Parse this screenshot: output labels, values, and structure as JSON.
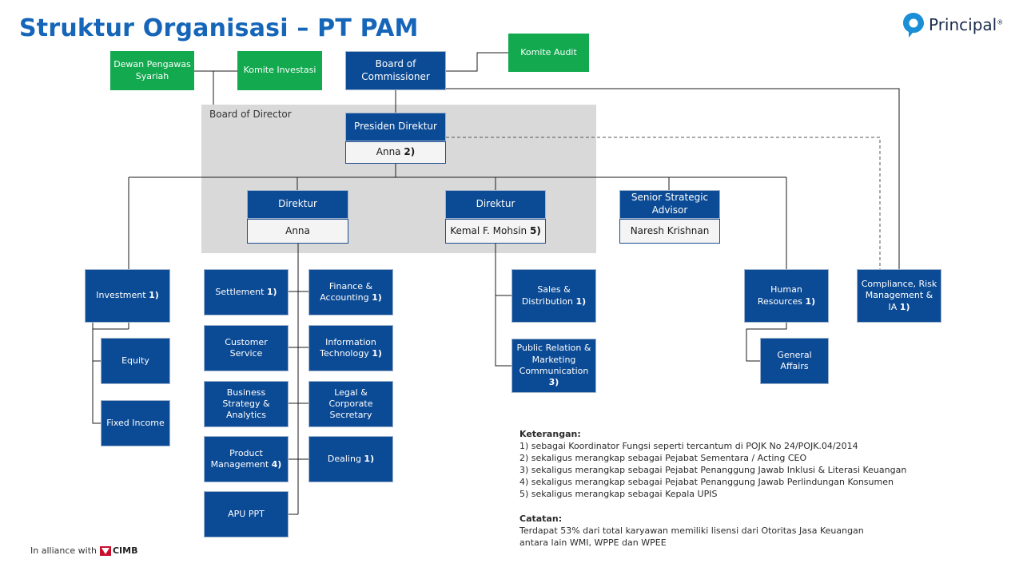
{
  "title": "Struktur Organisasi – PT PAM",
  "logo": {
    "name": "Principal",
    "mark": "®"
  },
  "board_of_director_label": "Board of Director",
  "top": {
    "dewan": "Dewan Pengawas Syariah",
    "komite_investasi": "Komite Investasi",
    "board_commissioner": "Board of Commissioner",
    "komite_audit": "Komite Audit"
  },
  "presiden": {
    "title": "Presiden Direktur",
    "name": "Anna",
    "note": "2)"
  },
  "direktur1": {
    "title": "Direktur",
    "name": "Anna"
  },
  "direktur2": {
    "title": "Direktur",
    "name": "Kemal F. Mohsin",
    "note": "5)"
  },
  "advisor": {
    "title": "Senior Strategic Advisor",
    "name": "Naresh Krishnan"
  },
  "units": {
    "investment": {
      "label": "Investment",
      "note": "1)"
    },
    "equity": {
      "label": "Equity"
    },
    "fixed_income": {
      "label": "Fixed Income"
    },
    "settlement": {
      "label": "Settlement",
      "note": "1)"
    },
    "customer_service": {
      "label": "Customer Service"
    },
    "business_strategy": {
      "label": "Business Strategy & Analytics"
    },
    "product_management": {
      "label": "Product Management",
      "note": "4)"
    },
    "apu_ppt": {
      "label": "APU PPT"
    },
    "finance": {
      "label": "Finance & Accounting",
      "note": "1)"
    },
    "it": {
      "label": "Information Technology",
      "note": "1)"
    },
    "legal": {
      "label": "Legal & Corporate Secretary"
    },
    "dealing": {
      "label": "Dealing",
      "note": "1)"
    },
    "sales": {
      "label": "Sales & Distribution",
      "note": "1)"
    },
    "pr": {
      "label": "Public Relation & Marketing Communication",
      "note": "3)"
    },
    "hr": {
      "label": "Human Resources",
      "note": "1)"
    },
    "general_affairs": {
      "label": "General Affairs"
    },
    "compliance": {
      "label": "Compliance, Risk Management & IA",
      "note": "1)"
    }
  },
  "keterangan": {
    "heading": "Keterangan:",
    "items": [
      "1)  sebagai Koordinator Fungsi seperti tercantum di POJK No 24/POJK.04/2014",
      "2)  sekaligus merangkap sebagai Pejabat Sementara / Acting CEO",
      "3)  sekaligus merangkap sebagai Pejabat Penanggung Jawab Inklusi & Literasi Keuangan",
      "4)  sekaligus merangkap sebagai Pejabat Penanggung Jawab Perlindungan Konsumen",
      "5)  sekaligus merangkap sebagai Kepala UPIS"
    ]
  },
  "catatan": {
    "heading": "Catatan:",
    "lines": [
      "Terdapat 53% dari total karyawan memiliki lisensi dari Otoritas Jasa Keuangan",
      "antara lain WMI, WPPE dan WPEE"
    ]
  },
  "footer": {
    "alliance": "In alliance with",
    "partner": "CIMB"
  },
  "colors": {
    "title": "#1565b8",
    "box_blue": "#0b4a94",
    "box_green": "#12a94f",
    "bod_area": "#d9d9d9",
    "partner_red": "#c8102e"
  }
}
